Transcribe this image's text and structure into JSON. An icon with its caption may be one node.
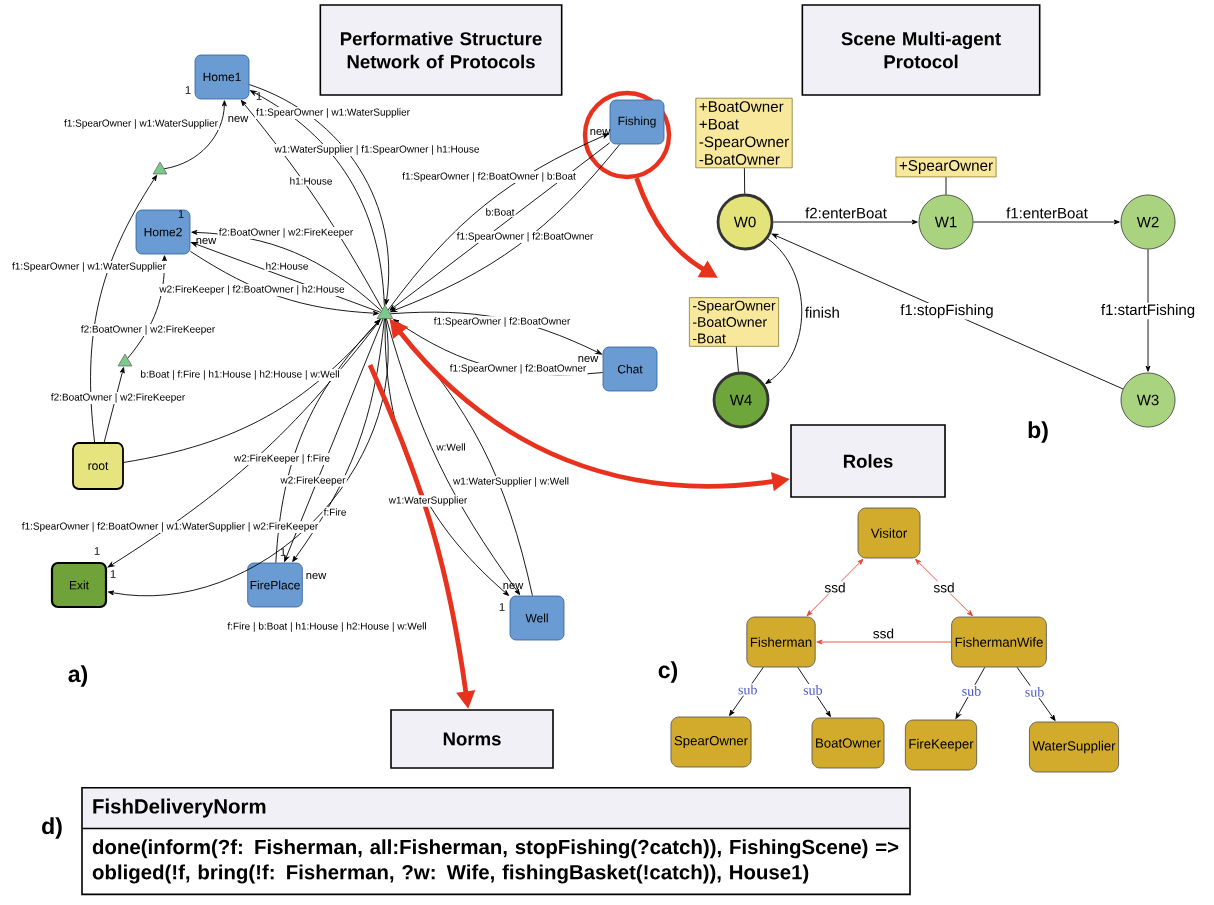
{
  "diagram": {
    "nodes": [
      {
        "text": [
          "Performative Structure Network of Protocols"
        ]
      },
      {
        "text": [
          "Home1"
        ]
      },
      {
        "text": [
          "Home2"
        ]
      },
      {
        "text": [],
        "shape": "circle"
      },
      {
        "text": [
          "Fishing"
        ],
        "in": 3
      },
      {
        "text": [
          "Chat"
        ]
      },
      {
        "text": [
          "root"
        ]
      },
      {
        "text": [
          "Exit"
        ]
      },
      {
        "text": [
          "FirePlace"
        ]
      },
      {
        "text": [
          "Well"
        ]
      },
      {
        "text": [],
        "shape": "triangle"
      },
      {
        "text": [],
        "shape": "triangle"
      },
      {
        "text": [],
        "shape": "triangle"
      },
      {
        "text": [
          "Scene Multi-agent Protocol"
        ]
      },
      {
        "text": [
          "+BoatOwner",
          "+Boat",
          "-SpearOwner",
          "-BoatOwner"
        ]
      },
      {
        "text": [
          "W0"
        ]
      },
      {
        "text": [
          "+SpearOwner"
        ]
      },
      {
        "text": [
          "W1"
        ]
      },
      {
        "text": [
          "W2"
        ]
      },
      {
        "text": [
          "W3"
        ]
      },
      {
        "text": [
          "-SpearOwner",
          "-BoatOwner",
          "-Boat"
        ]
      },
      {
        "text": [
          "W4"
        ]
      },
      {
        "text": [
          "Roles"
        ]
      },
      {
        "text": [
          "Visitor"
        ]
      },
      {
        "text": [
          "Fisherman"
        ]
      },
      {
        "text": [
          "FishermanWife"
        ]
      },
      {
        "text": [
          "SpearOwner"
        ]
      },
      {
        "text": [
          "BoatOwner"
        ]
      },
      {
        "text": [
          "FireKeeper"
        ]
      },
      {
        "text": [
          "WaterSupplier"
        ]
      },
      {
        "text": [
          "Norms"
        ]
      },
      {
        "text": [
          "FishDeliveryNorm",
          "done(inform(?f: Fisherman, all:Fisherman, stopFishing(?catch)), FishingScene) => obliged(!f, bring(!f: Fisherman, ?w: Wife, fishingBasket(!catch)), House1)"
        ]
      }
    ],
    "edges": [
      {
        "from": 10,
        "to": 1,
        "arrow": "to",
        "label": "f1:SpearOwner | w1:WaterSupplier"
      },
      {
        "from": 1,
        "to": 10,
        "arrow": "to",
        "label": "w1:WaterSupplier | f1:SpearOwner | h1:House"
      },
      {
        "from": 10,
        "to": 1,
        "arrow": "to",
        "label": "h1:House"
      },
      {
        "from": 11,
        "to": 1,
        "arrow": "to",
        "label": "f1:SpearOwner | w1:WaterSupplier"
      },
      {
        "from": 6,
        "to": 11,
        "arrow": "to",
        "label": "f1:SpearOwner | w1:WaterSupplier"
      },
      {
        "from": 10,
        "to": 2,
        "arrow": "to",
        "label": "f2:BoatOwner | w2:FireKeeper"
      },
      {
        "from": 10,
        "to": 2,
        "arrow": "to",
        "label": "h2:House"
      },
      {
        "from": 2,
        "to": 10,
        "arrow": "to",
        "label": "w2:FireKeeper | f2:BoatOwner | h2:House"
      },
      {
        "from": 12,
        "to": 2,
        "arrow": "to",
        "label": "f2:BoatOwner | w2:FireKeeper"
      },
      {
        "from": 6,
        "to": 12,
        "arrow": "to",
        "label": "f2:BoatOwner | w2:FireKeeper"
      },
      {
        "from": 6,
        "to": 10,
        "arrow": "to",
        "label": "b:Boat | f:Fire | h1:House | h2:House | w:Well"
      },
      {
        "from": 10,
        "to": 4,
        "arrow": "to",
        "label": "f1:SpearOwner | f2:BoatOwner | b:Boat"
      },
      {
        "from": 4,
        "to": 10,
        "arrow": "to",
        "label": "b:Boat"
      },
      {
        "from": 4,
        "to": 10,
        "arrow": "to",
        "label": "f1:SpearOwner | f2:BoatOwner"
      },
      {
        "from": 10,
        "to": 5,
        "arrow": "to",
        "label": "f1:SpearOwner | f2:BoatOwner"
      },
      {
        "from": 5,
        "to": 10,
        "arrow": "to",
        "label": "f1:SpearOwner | f2:BoatOwner"
      },
      {
        "from": 10,
        "to": 7,
        "arrow": "to",
        "label": "f1:SpearOwner | f2:BoatOwner | w1:WaterSupplier | w2:FireKeeper"
      },
      {
        "from": 10,
        "to": 7,
        "arrow": "to",
        "label": "f:Fire | b:Boat | h1:House | h2:House | w:Well"
      },
      {
        "from": 8,
        "to": 10,
        "arrow": "to",
        "label": "w2:FireKeeper | f:Fire"
      },
      {
        "from": 10,
        "to": 8,
        "arrow": "to",
        "label": "w2:FireKeeper"
      },
      {
        "from": 10,
        "to": 8,
        "arrow": "to",
        "label": "f:Fire"
      },
      {
        "from": 10,
        "to": 9,
        "arrow": "to",
        "label": "w:Well"
      },
      {
        "from": 10,
        "to": 9,
        "arrow": "to",
        "label": "w1:WaterSupplier"
      },
      {
        "from": 9,
        "to": 10,
        "arrow": "to",
        "label": "w1:WaterSupplier | w:Well"
      },
      {
        "from": 14,
        "to": 15,
        "arrow": "none"
      },
      {
        "from": 16,
        "to": 17,
        "arrow": "none"
      },
      {
        "from": 20,
        "to": 21,
        "arrow": "none"
      },
      {
        "from": 15,
        "to": 17,
        "arrow": "to",
        "label": "f2:enterBoat"
      },
      {
        "from": 17,
        "to": 18,
        "arrow": "to",
        "label": "f1:enterBoat"
      },
      {
        "from": 18,
        "to": 19,
        "arrow": "to",
        "label": "f1:startFishing"
      },
      {
        "from": 19,
        "to": 15,
        "arrow": "to",
        "label": "f1:stopFishing"
      },
      {
        "from": 15,
        "to": 21,
        "arrow": "to",
        "label": "finish"
      },
      {
        "from": 23,
        "to": 24,
        "arrow": "both",
        "label": "ssd",
        "color": "#e8443a"
      },
      {
        "from": 23,
        "to": 25,
        "arrow": "both",
        "label": "ssd",
        "color": "#e8443a"
      },
      {
        "from": 25,
        "to": 24,
        "arrow": "to",
        "label": "ssd",
        "color": "#e8443a"
      },
      {
        "from": 24,
        "to": 26,
        "arrow": "to",
        "label": "sub"
      },
      {
        "from": 24,
        "to": 27,
        "arrow": "to",
        "label": "sub"
      },
      {
        "from": 25,
        "to": 28,
        "arrow": "to",
        "label": "sub"
      },
      {
        "from": 25,
        "to": 29,
        "arrow": "to",
        "label": "sub"
      },
      {
        "from": 3,
        "to": null,
        "arrow": "to",
        "style": "thick",
        "color": "#e8321e"
      },
      {
        "from": 10,
        "to": 22,
        "arrow": "both",
        "style": "thick",
        "color": "#e8321e"
      },
      {
        "from": null,
        "to": 30,
        "arrow": "to",
        "style": "thick",
        "color": "#e8321e"
      }
    ],
    "labels": [
      "1",
      "1",
      "new",
      "new",
      "1",
      "new",
      "new",
      "b)",
      "1",
      "1",
      "1",
      "new",
      "new",
      "1",
      "c)",
      "a)",
      "d)"
    ]
  }
}
